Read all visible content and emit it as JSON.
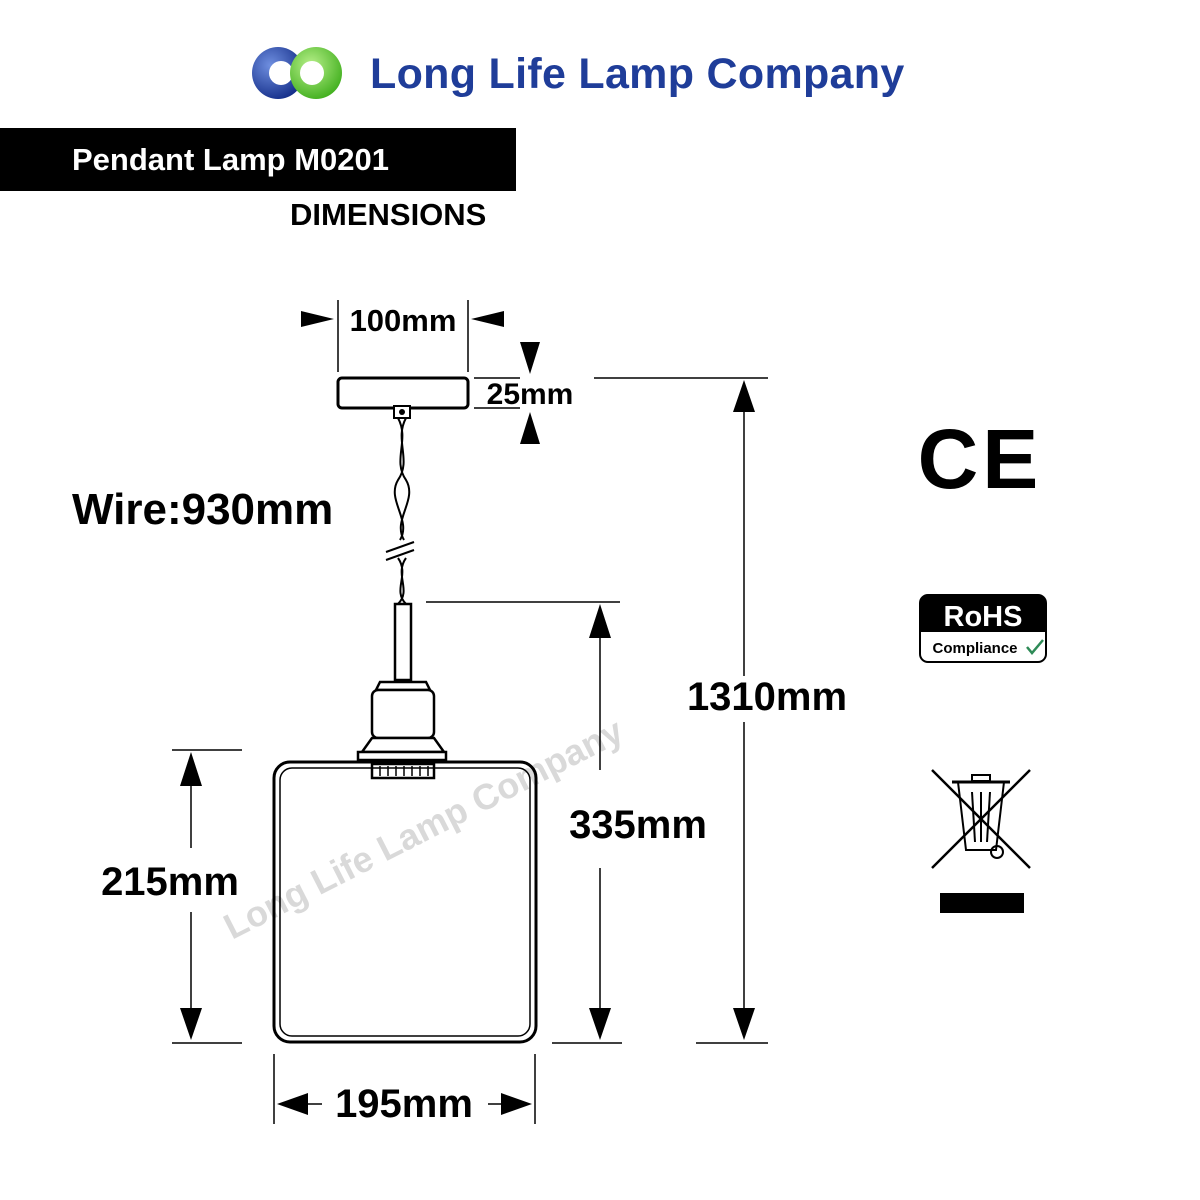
{
  "brand": {
    "name": "Long Life Lamp Company",
    "logo_icon": "interlocking-rings-logo",
    "colors": {
      "blue": "#1f3d99",
      "green": "#5fcf2a"
    }
  },
  "header": {
    "product_title": "Pendant Lamp M0201",
    "section": "DIMENSIONS"
  },
  "dimensions": {
    "canopy_width": "100mm",
    "canopy_height": "25mm",
    "wire": "Wire:930mm",
    "total_height": "1310mm",
    "fixture_height": "335mm",
    "shade_height": "215mm",
    "shade_width": "195mm"
  },
  "watermark": "Long Life Lamp Company",
  "certifications": {
    "ce": "CE",
    "rohs_title": "RoHS",
    "rohs_sub": "Compliance",
    "weee_icon": "crossed-out-wheelie-bin-icon"
  }
}
